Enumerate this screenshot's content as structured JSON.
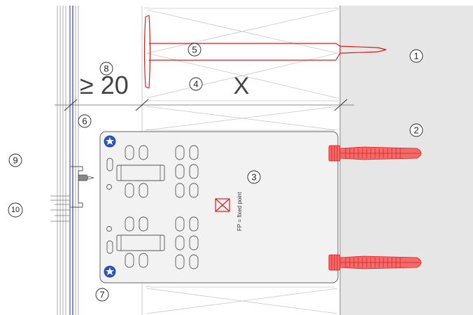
{
  "callouts": [
    {
      "id": "1",
      "label": "1"
    },
    {
      "id": "2",
      "label": "2"
    },
    {
      "id": "3",
      "label": "3"
    },
    {
      "id": "4",
      "label": "4"
    },
    {
      "id": "5",
      "label": "5"
    },
    {
      "id": "6",
      "label": "6"
    },
    {
      "id": "7",
      "label": "7"
    },
    {
      "id": "8",
      "label": "8"
    },
    {
      "id": "9",
      "label": "9"
    },
    {
      "id": "10",
      "label": "10"
    }
  ],
  "dimension_label": "≥ 20",
  "variable_label": "X",
  "fixed_point_note": "FP = fixed point",
  "colors": {
    "wall": "#e6e6e6",
    "bracket": "#f2f2f2",
    "anchor_red": "#e01a1a",
    "anchor_fill": "#f26a6a",
    "screw_blue": "#2a56c6",
    "cladding_blue": "#4a52c8"
  }
}
